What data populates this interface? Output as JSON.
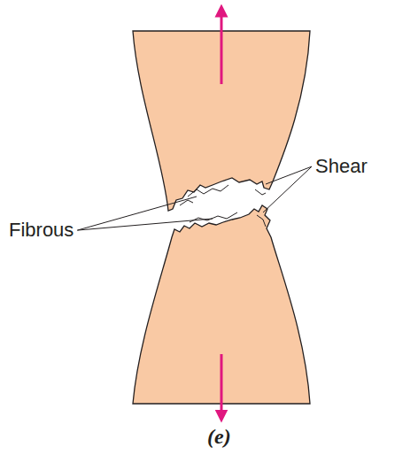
{
  "diagram": {
    "labels": [
      "Fibrous",
      "Shear",
      "(e)"
    ]
  }
}
